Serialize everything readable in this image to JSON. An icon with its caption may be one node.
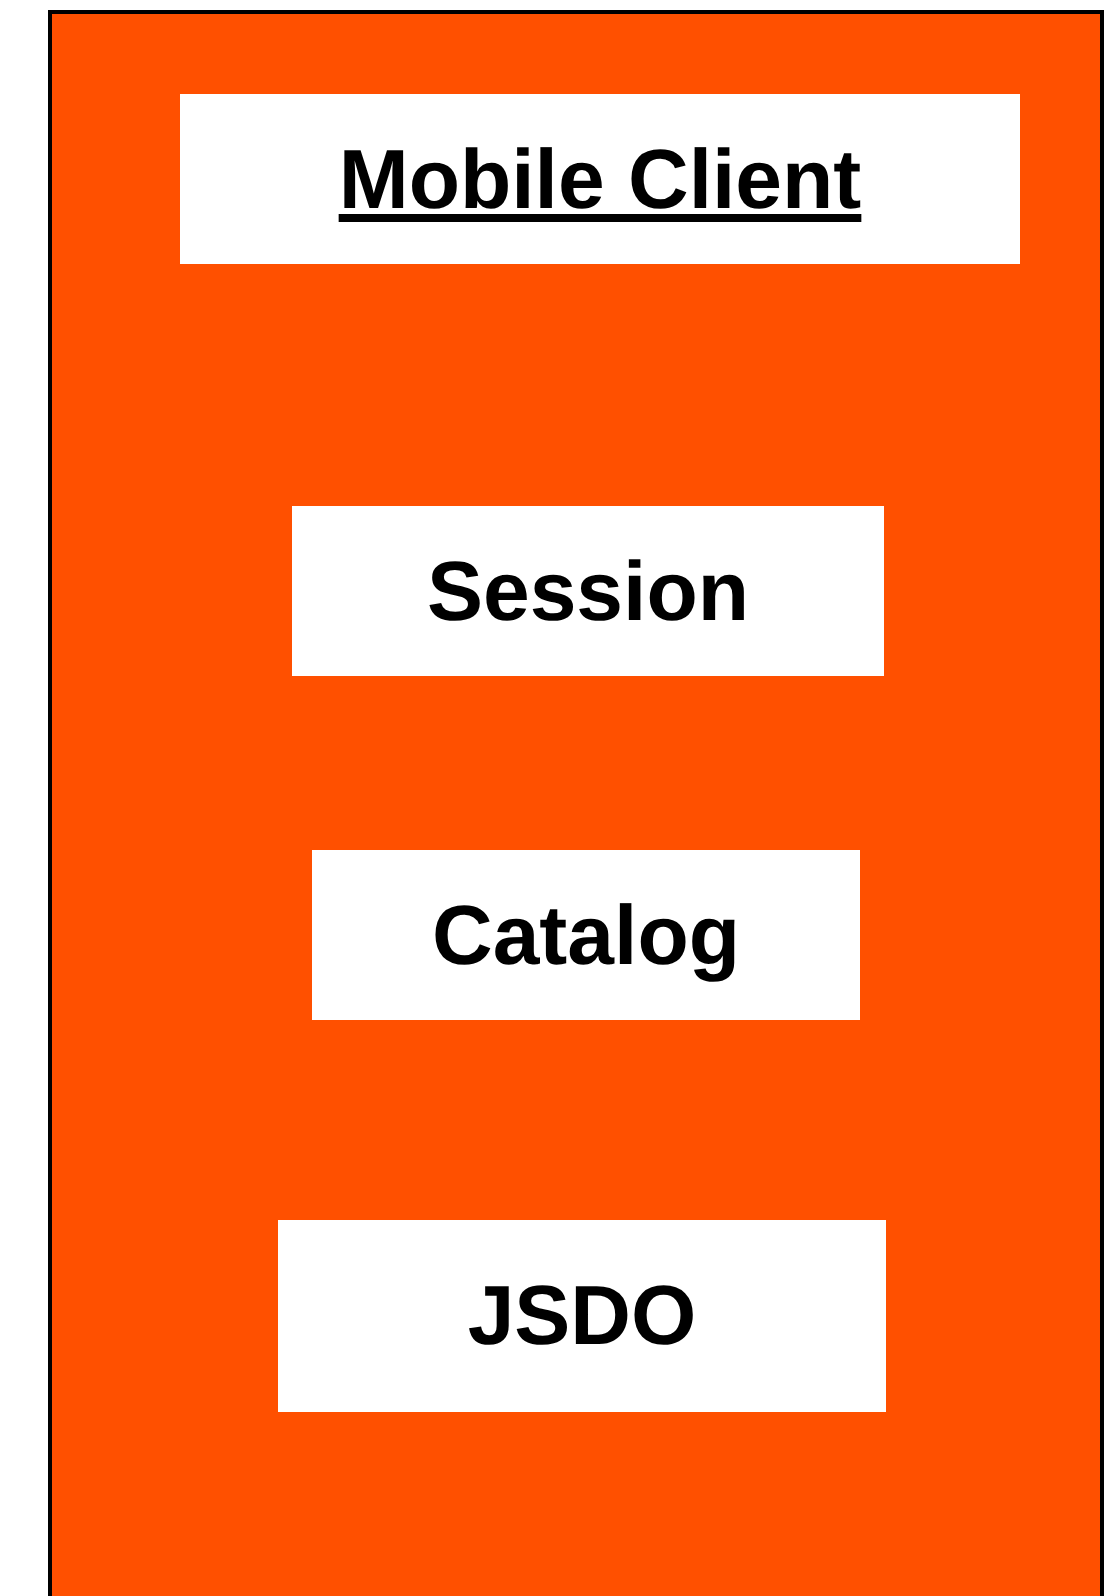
{
  "diagram": {
    "nodes": [
      {
        "text": [],
        "shape": "box"
      },
      {
        "text": [
          "Mobile Client"
        ],
        "in": 0
      },
      {
        "text": [
          "Session"
        ],
        "in": 0
      },
      {
        "text": [
          "Catalog"
        ],
        "in": 0
      },
      {
        "text": [
          "JSDO"
        ],
        "in": 0
      }
    ]
  }
}
